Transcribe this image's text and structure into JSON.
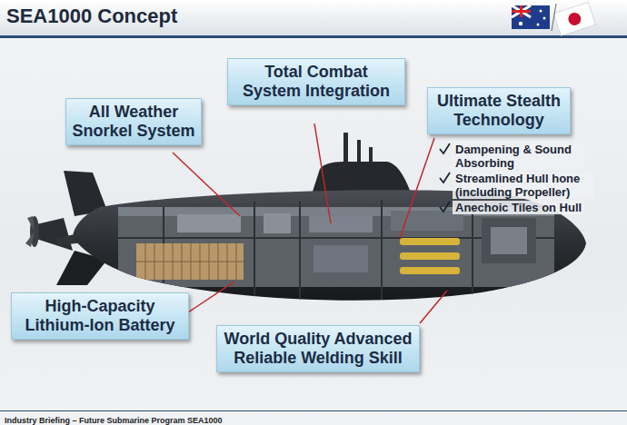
{
  "diagram": {
    "title": "SEA1000 Concept",
    "nodes": [
      {
        "text": [
          "All Weather Snorkel System"
        ]
      },
      {
        "text": [
          "Total Combat System Integration"
        ]
      },
      {
        "text": [
          "Ultimate Stealth Technology"
        ]
      },
      {
        "text": [
          "High-Capacity Lithium-Ion Battery"
        ]
      },
      {
        "text": [
          "World Quality Advanced Reliable Welding Skill"
        ]
      }
    ],
    "labels": [
      "Dampening & Sound Absorbing",
      "Streamlined Hull hone (including Propeller)",
      "Anechoic Tiles on Hull",
      "Industry Briefing – Future Submarine Program SEA1000"
    ]
  }
}
